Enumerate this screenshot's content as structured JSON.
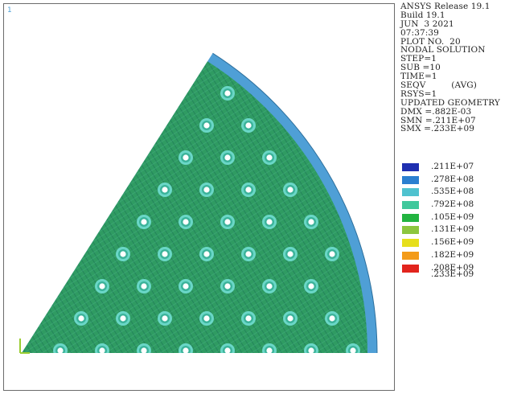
{
  "viewport": {
    "corner_mark": "1"
  },
  "info": {
    "lines": [
      "ANSYS Release 19.1",
      "Build 19.1",
      "JUN  3 2021",
      "07:37:39",
      "PLOT NO.  20",
      "NODAL SOLUTION",
      "STEP=1",
      "SUB =10",
      "TIME=1"
    ],
    "seqv_label": "SEQV",
    "seqv_avg": "(AVG)",
    "lines2": [
      "RSYS=1",
      "UPDATED GEOMETRY",
      "DMX =.882E-03",
      "SMN =.211E+07",
      "SMX =.233E+09"
    ]
  },
  "legend": {
    "colors": [
      "#1f2fb0",
      "#2b7fd0",
      "#4fc2cf",
      "#40c89c",
      "#22b440",
      "#8cc63e",
      "#e6df1c",
      "#f39b19",
      "#e2241d"
    ],
    "labels": [
      ".211E+07",
      ".278E+08",
      ".535E+08",
      ".792E+08",
      ".105E+09",
      ".131E+09",
      ".156E+09",
      ".182E+09",
      ".208E+09",
      ".233E+09"
    ]
  },
  "plot": {
    "sector_fill": "#2f9b62",
    "rim_fill": "#4f9fd6",
    "hole_ring": "#6ad7c7",
    "hole_center": "#ffffff"
  }
}
